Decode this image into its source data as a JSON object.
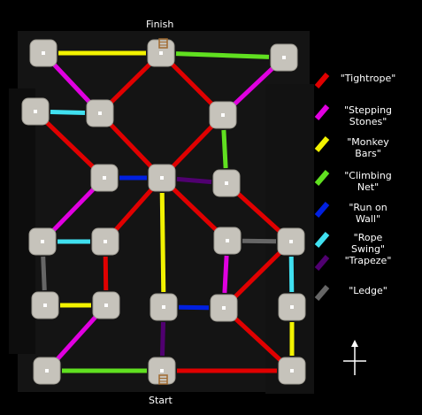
{
  "title_top": "Finish",
  "title_bottom": "Start",
  "legend": [
    {
      "label": "\"Tightrope\"",
      "color": "#e00000"
    },
    {
      "label": "\"Stepping\nStones\"",
      "color": "#e000e0"
    },
    {
      "label": "\"Monkey\nBars\"",
      "color": "#f2f200"
    },
    {
      "label": "\"Climbing\nNet\"",
      "color": "#60e020"
    },
    {
      "label": "\"Run on\nWall\"",
      "color": "#0020e0"
    },
    {
      "label": "\"Rope\nSwing\"",
      "color": "#40e0f0"
    },
    {
      "label": "\"Trapeze\"",
      "color": "#500070"
    },
    {
      "label": "\"Ledge\"",
      "color": "#666666"
    }
  ],
  "platforms": [
    "p1",
    "p2",
    "p3",
    "p4",
    "p5",
    "p6",
    "p7",
    "p8",
    "p9",
    "p10",
    "p11",
    "p12",
    "p13",
    "p14",
    "p15",
    "p16",
    "p17",
    "p18",
    "p19",
    "p20",
    "p21",
    "p22",
    "p23"
  ],
  "connections": [
    {
      "from": "p1",
      "to": "p2",
      "type": "Monkey Bars"
    },
    {
      "from": "p2",
      "to": "p3",
      "type": "Climbing Net"
    },
    {
      "from": "p1",
      "to": "p5",
      "type": "Stepping Stones"
    },
    {
      "from": "p2",
      "to": "p5",
      "type": "Tightrope"
    },
    {
      "from": "p2",
      "to": "p6",
      "type": "Tightrope"
    },
    {
      "from": "p3",
      "to": "p6",
      "type": "Stepping Stones"
    },
    {
      "from": "p4",
      "to": "p5",
      "type": "Rope Swing"
    },
    {
      "from": "p4",
      "to": "p7",
      "type": "Tightrope"
    },
    {
      "from": "p5",
      "to": "p8",
      "type": "Tightrope"
    },
    {
      "from": "p6",
      "to": "p8",
      "type": "Tightrope"
    },
    {
      "from": "p6",
      "to": "p10",
      "type": "Climbing Net"
    },
    {
      "from": "p7",
      "to": "p8",
      "type": "Run on Wall"
    },
    {
      "from": "p8",
      "to": "p9",
      "type": "Trapeze"
    },
    {
      "from": "p7",
      "to": "p11",
      "type": "Stepping Stones"
    },
    {
      "from": "p8",
      "to": "p12",
      "type": "Tightrope"
    },
    {
      "from": "p8",
      "to": "p13",
      "type": "Tightrope"
    },
    {
      "from": "p10",
      "to": "p14",
      "type": "Tightrope"
    },
    {
      "from": "p8",
      "to": "p18",
      "type": "Monkey Bars"
    },
    {
      "from": "p11",
      "to": "p12",
      "type": "Rope Swing"
    },
    {
      "from": "p13",
      "to": "p14",
      "type": "Ledge"
    },
    {
      "from": "p11",
      "to": "p15",
      "type": "Ledge"
    },
    {
      "from": "p12",
      "to": "p17",
      "type": "Tightrope"
    },
    {
      "from": "p13",
      "to": "p19",
      "type": "Stepping Stones"
    },
    {
      "from": "p14",
      "to": "p19",
      "type": "Tightrope"
    },
    {
      "from": "p14",
      "to": "p20",
      "type": "Rope Swing"
    },
    {
      "from": "p15",
      "to": "p16",
      "type": "Monkey Bars"
    },
    {
      "from": "p18",
      "to": "p19",
      "type": "Run on Wall"
    },
    {
      "from": "p18",
      "to": "p22",
      "type": "Trapeze"
    },
    {
      "from": "p17",
      "to": "p21",
      "type": "Stepping Stones"
    },
    {
      "from": "p19",
      "to": "p23",
      "type": "Tightrope"
    },
    {
      "from": "p20",
      "to": "p23",
      "type": "Monkey Bars"
    },
    {
      "from": "p21",
      "to": "p22",
      "type": "Climbing Net"
    },
    {
      "from": "p22",
      "to": "p23",
      "type": "Tightrope"
    }
  ]
}
